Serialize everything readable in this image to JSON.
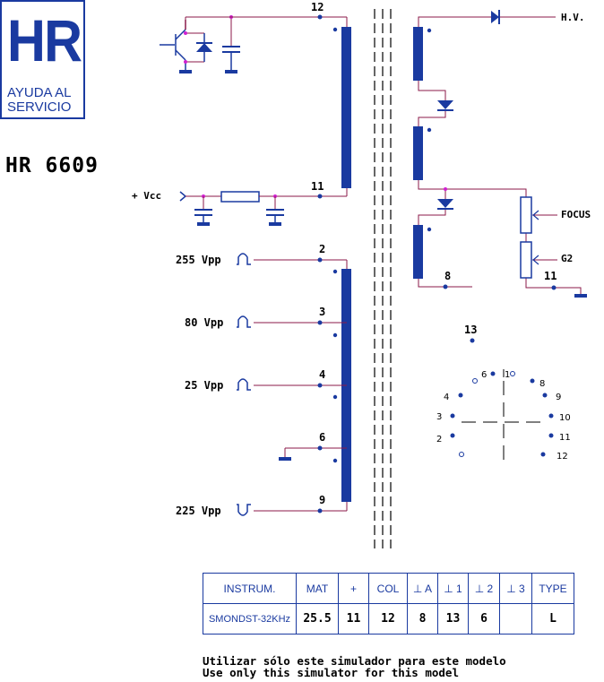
{
  "logo": {
    "text": "HR",
    "subtitle_line1": "AYUDA AL",
    "subtitle_line2": "SERVICIO"
  },
  "model": "HR 6609",
  "pins": {
    "p12": "12",
    "p11": "11",
    "p2": "2",
    "p3": "3",
    "p4": "4",
    "p6": "6",
    "p9": "9",
    "p8_secondary": "8",
    "p11_secondary": "11"
  },
  "labels": {
    "vcc": "+ Vcc",
    "vpp255": "255 Vpp",
    "vpp80": "80 Vpp",
    "vpp25": "25 Vpp",
    "vpp225": "225 Vpp",
    "hv": "H.V.",
    "focus": "FOCUS",
    "g2": "G2"
  },
  "socket": {
    "top": "13",
    "p1": "1",
    "p2": "2",
    "p3": "3",
    "p4": "4",
    "p6": "6",
    "p8": "8",
    "p9": "9",
    "p10": "10",
    "p11": "11",
    "p12": "12"
  },
  "table": {
    "headers": [
      "INSTRUM.",
      "MAT",
      "+",
      "COL",
      "⊥ A",
      "⊥ 1",
      "⊥ 2",
      "⊥ 3",
      "TYPE"
    ],
    "values": [
      "SMONDST-32KHz",
      "25.5",
      "11",
      "12",
      "8",
      "13",
      "6",
      "",
      "L"
    ]
  },
  "notes": {
    "es": "Utilizar sólo este simulador para este modelo",
    "en": "Use only this simulator for this model"
  },
  "colors": {
    "wire": "#8b1a4a",
    "component": "#1a3aa0",
    "junction": "#d020d0"
  }
}
